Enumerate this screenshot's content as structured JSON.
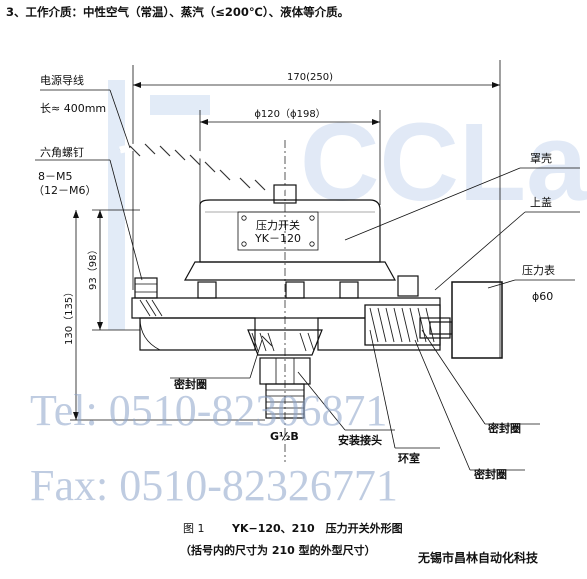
{
  "header": {
    "text": "3、工作介质：中性空气（常温）、蒸汽（≤200℃）、液体等介质。"
  },
  "watermark": {
    "logo_text": "CCLair",
    "tel": "Tel: 0510-82306871",
    "fax": "Fax: 0510-82326771"
  },
  "labels": {
    "power_wire": "电源导线",
    "length": "长≈ 400mm",
    "hex_screw": "六角螺钉",
    "screw_spec": "8－M5",
    "screw_spec_alt": "（12－M6）",
    "cover": "罩壳",
    "upper_cover": "上盖",
    "pressure_gauge": "压力表",
    "gauge_dia": "ϕ60",
    "seal_left": "密封圈",
    "install_joint": "安装接头",
    "ring_chamber": "环室",
    "seal_right_1": "密封圈",
    "seal_right_2": "密封圈",
    "thread": "G½B",
    "nameplate_line1": "压力开关",
    "nameplate_line2": "YK－120"
  },
  "dimensions": {
    "overall_width": "170(250)",
    "dia": "ϕ120（ϕ198）",
    "height_small": "93（98）",
    "height_total": "130（135）"
  },
  "caption": {
    "fig": "图 1",
    "title": "YK−120、210　压力开关外形图",
    "note": "（括号内的尺寸为 210 型的外型尺寸）",
    "company": "无锡市昌林自动化科技"
  }
}
